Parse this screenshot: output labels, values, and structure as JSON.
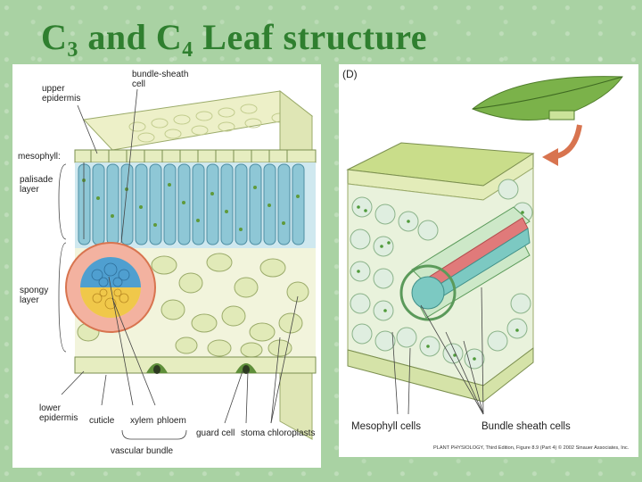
{
  "slide": {
    "title_c3_base": "C",
    "title_c3_sub": "3",
    "title_and": " and ",
    "title_c4_base": "C",
    "title_c4_sub": "4",
    "title_rest": " Leaf structure"
  },
  "left_figure": {
    "labels": {
      "upper_epidermis": "upper\nepidermis",
      "bundle_sheath_cell": "bundle-sheath\ncell",
      "mesophyll": "mesophyll:",
      "palisade_layer": "palisade\nlayer",
      "spongy_layer": "spongy\nlayer",
      "lower_epidermis": "lower\nepidermis",
      "cuticle": "cuticle",
      "xylem": "xylem",
      "phloem": "phloem",
      "guard_cell": "guard cell",
      "stoma": "stoma",
      "chloroplasts": "chloroplasts",
      "vascular_bundle": "vascular bundle"
    }
  },
  "right_figure": {
    "panel_label": "(D)",
    "mesophyll_cells": "Mesophyll cells",
    "bundle_sheath_cells": "Bundle sheath cells",
    "credit": "PLANT PHYSIOLOGY, Third Edition, Figure 8.9 (Part 4) © 2002 Sinauer Associates, Inc."
  },
  "colors": {
    "background": "#a9d2a3",
    "title": "#2f7f2f",
    "palisade": "#8ec7d6",
    "epidermis": "#e4e9b8",
    "phloem": "#f0c84a",
    "xylem": "#4f9fd0",
    "sheath": "#f3b2a0",
    "chloroplast": "#5f9a3a",
    "vein_red": "#e07a7a",
    "vein_teal": "#7cc9c2"
  }
}
